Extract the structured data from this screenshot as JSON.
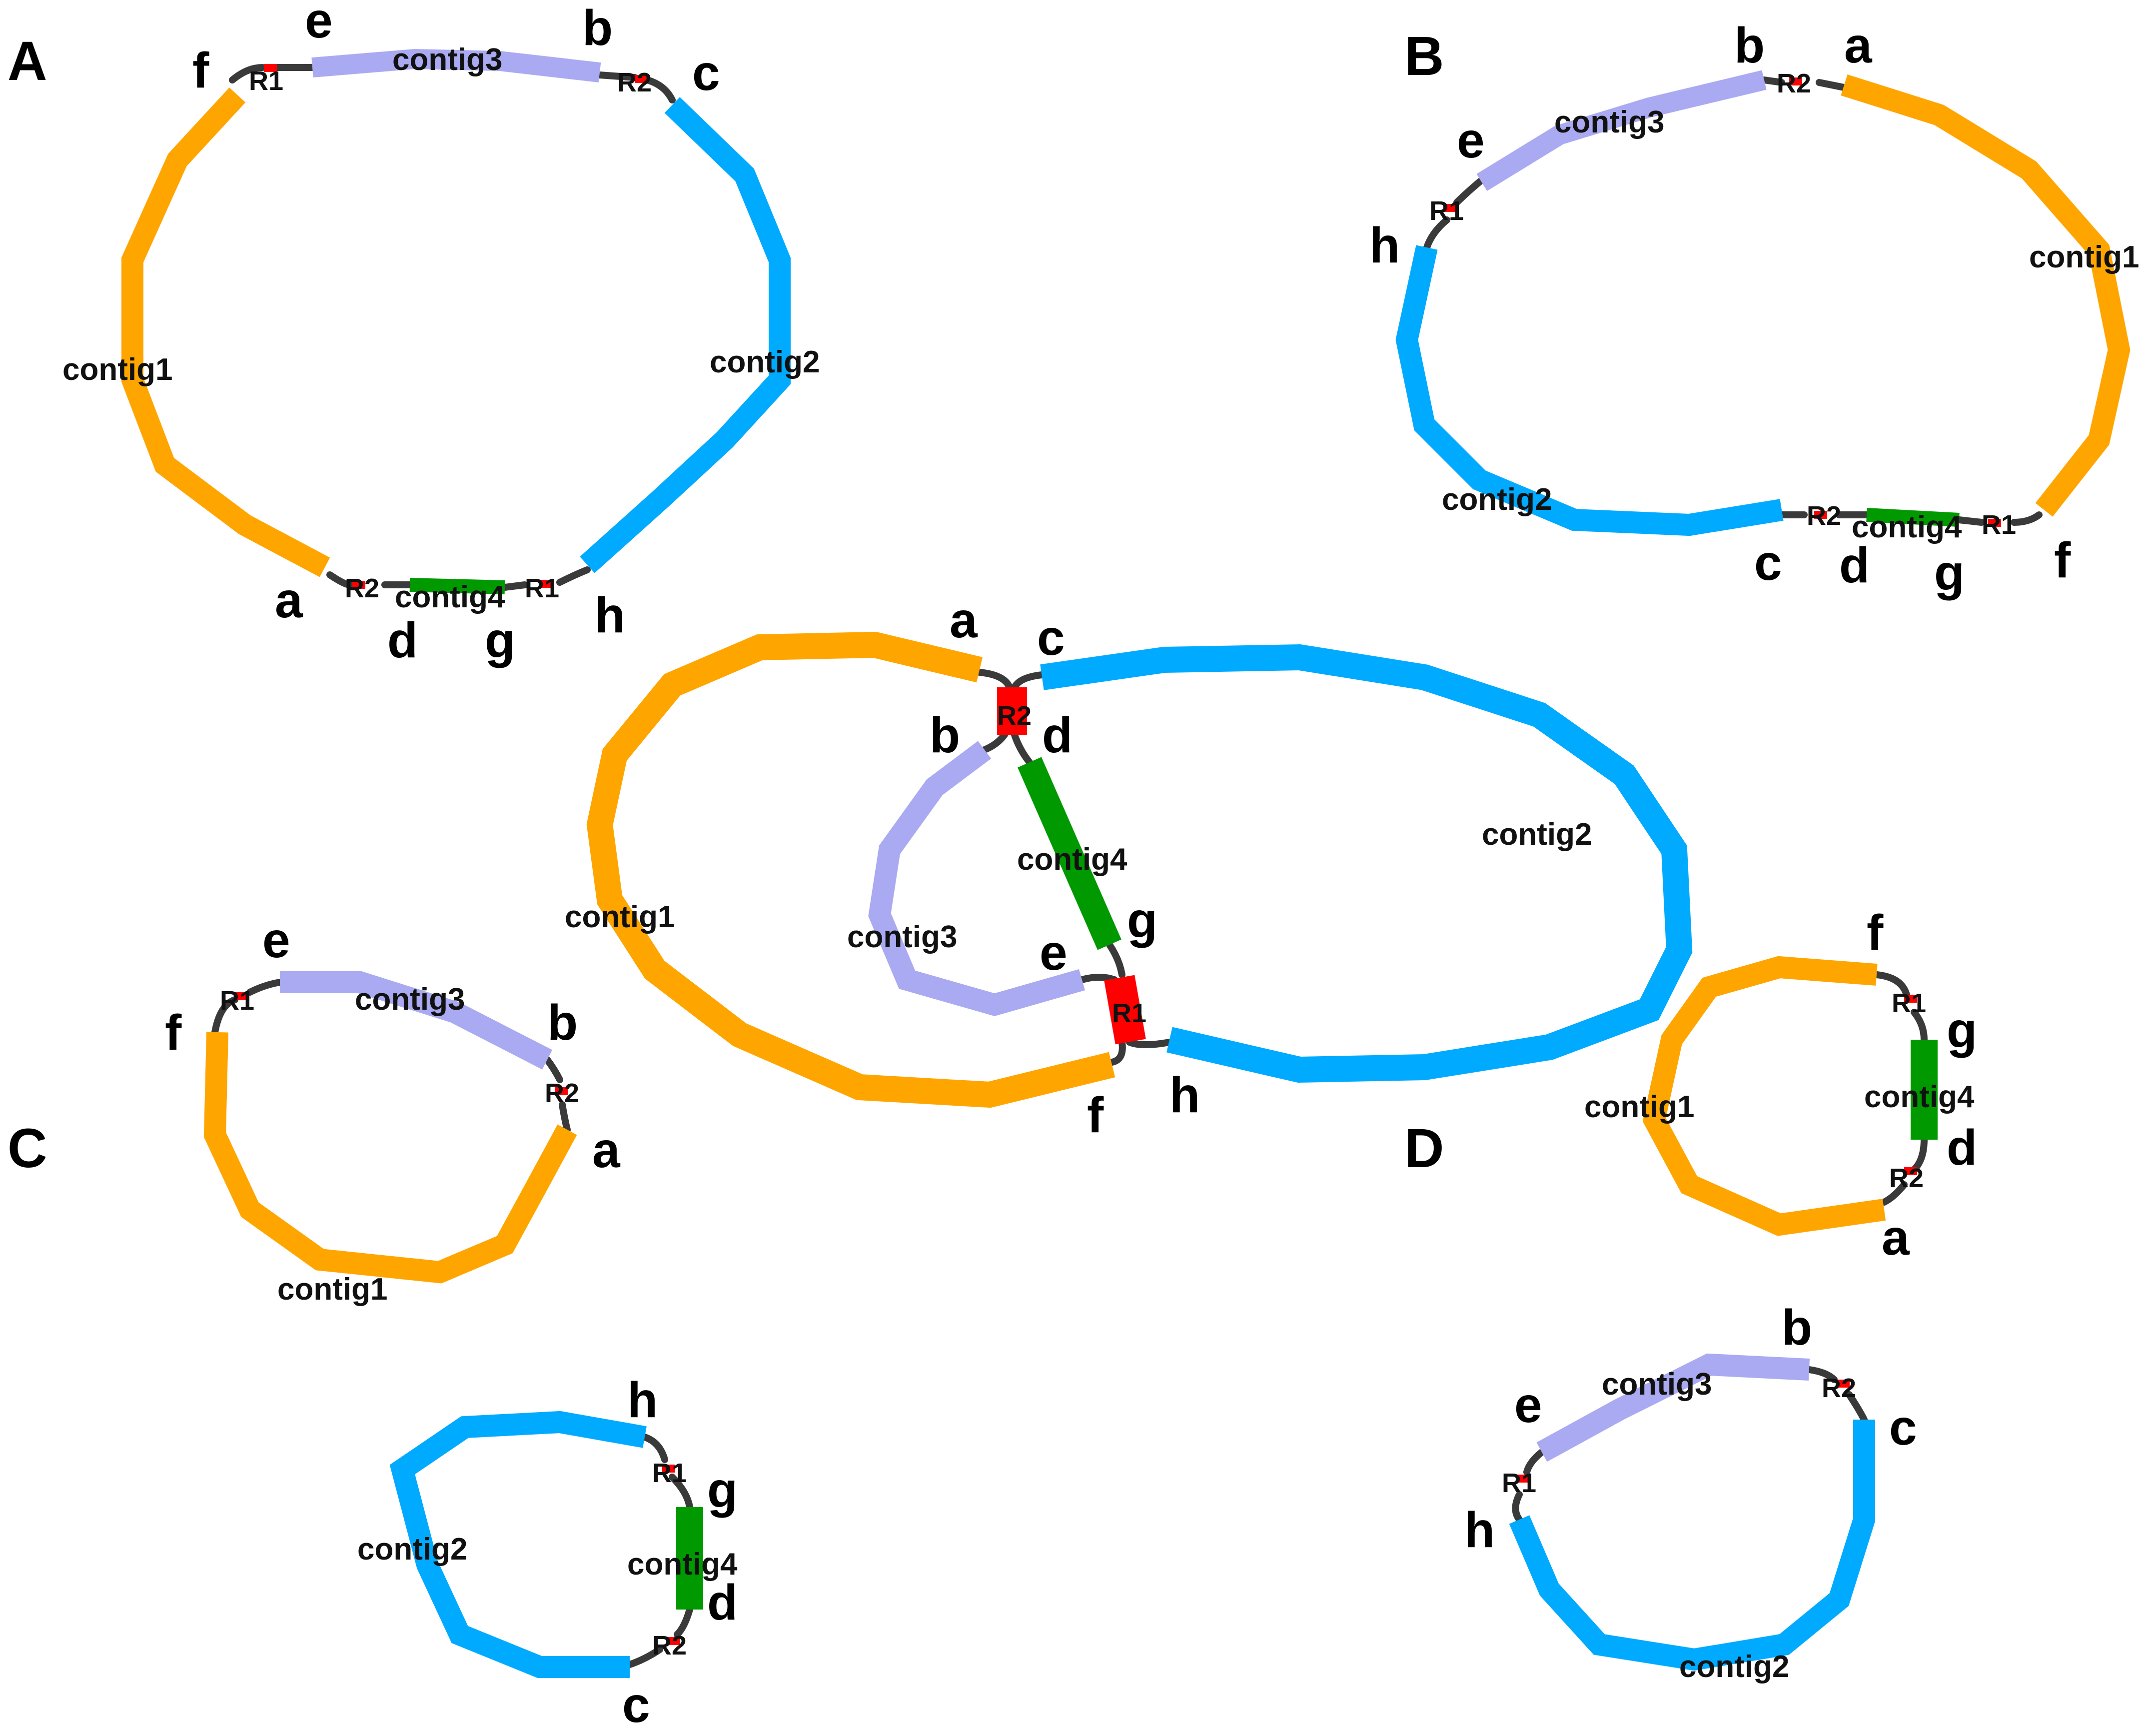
{
  "panels": {
    "A": "A",
    "B": "B",
    "C": "C",
    "D": "D"
  },
  "nodes": {
    "a": "a",
    "b": "b",
    "c": "c",
    "d": "d",
    "e": "e",
    "f": "f",
    "g": "g",
    "h": "h"
  },
  "contigs": {
    "contig1": "contig1",
    "contig2": "contig2",
    "contig3": "contig3",
    "contig4": "contig4"
  },
  "repeats": {
    "r1": "R1",
    "r2": "R2"
  },
  "colors": {
    "contig1": "#ffa500",
    "contig2": "#00aaff",
    "contig3": "#aaaaf2",
    "contig4": "#009900",
    "repeat": "#ff0000",
    "link": "#3a3a3a"
  }
}
